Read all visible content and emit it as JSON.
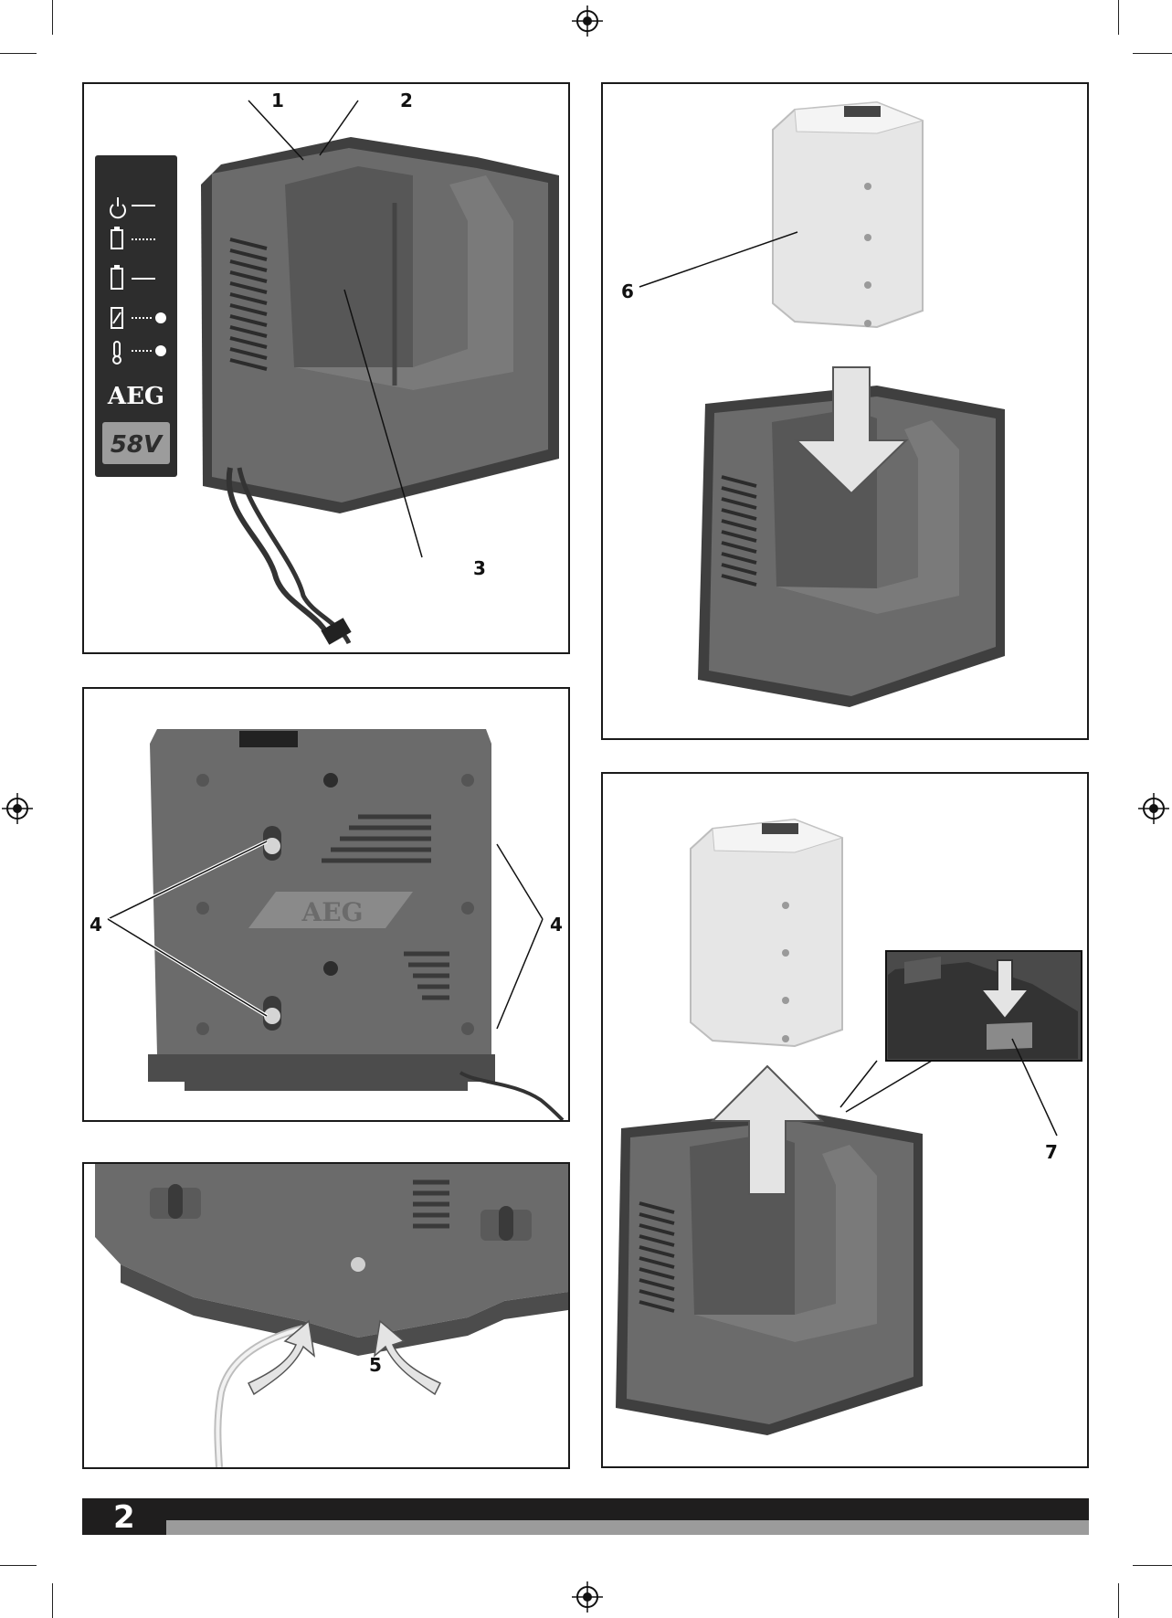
{
  "page": {
    "number": "2"
  },
  "panel_1": {
    "callouts": [
      "1",
      "2",
      "3"
    ],
    "indicator_panel": {
      "brand": "AEG",
      "voltage": "58V",
      "icons": [
        "power-icon",
        "battery-charging-icon",
        "battery-full-icon",
        "battery-fault-icon",
        "temperature-icon"
      ]
    }
  },
  "panel_2": {
    "callouts": [
      "6"
    ],
    "arrow": "arrow-down-icon"
  },
  "panel_3": {
    "callouts": [
      "4",
      "4"
    ],
    "embossed_logo": "AEG"
  },
  "panel_4": {
    "callouts": [
      "7"
    ],
    "arrows": [
      "arrow-up-icon",
      "arrow-down-icon"
    ]
  },
  "panel_5": {
    "callouts": [
      "5"
    ],
    "arrows": [
      "curved-arrow-right-icon",
      "curved-arrow-left-icon"
    ]
  },
  "colors": {
    "charger_body": "#6b6b6b",
    "charger_dark": "#3f3f3f",
    "battery": "#e6e6e6",
    "footer_dark": "#1f1e1e",
    "footer_gray": "#9b9b9b"
  }
}
